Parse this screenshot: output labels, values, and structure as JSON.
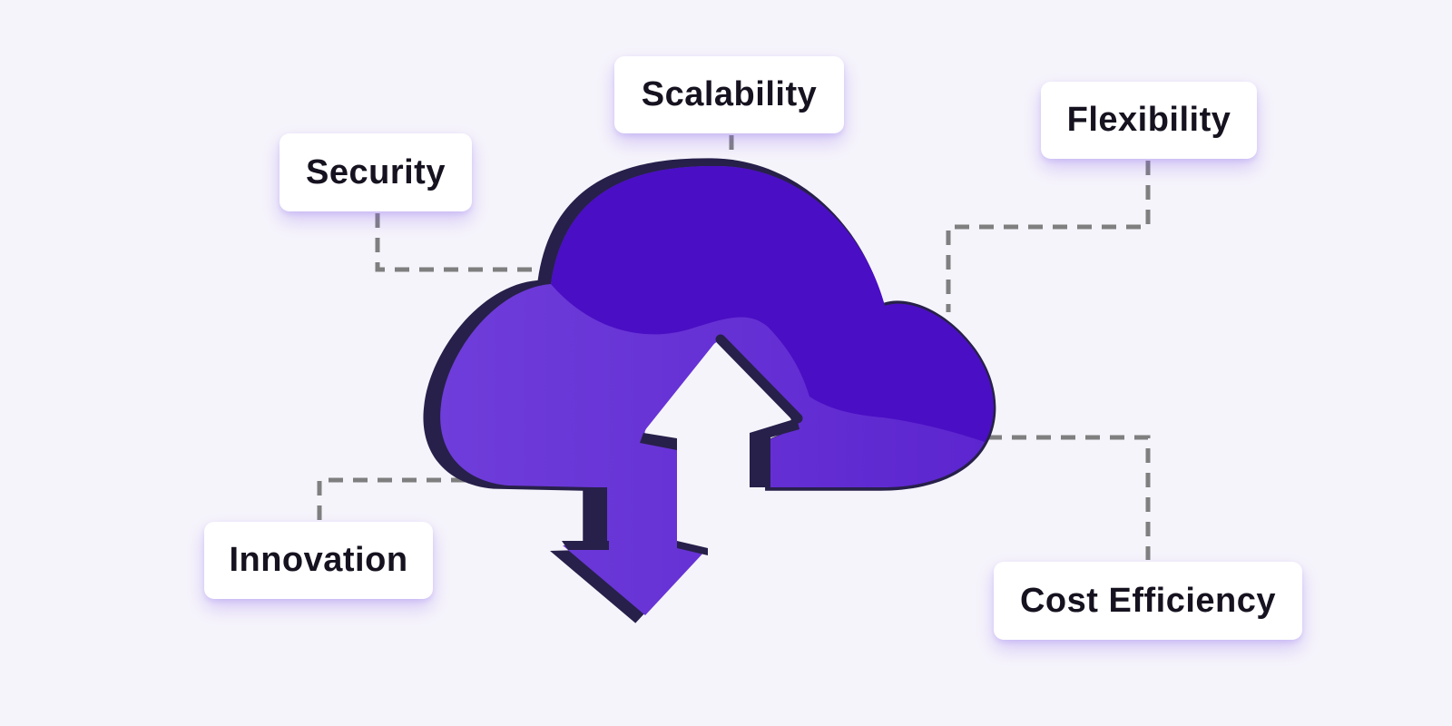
{
  "diagram": {
    "center_icon": "cloud-up-down-transfer-icon",
    "labels": {
      "security": {
        "label": "Security"
      },
      "scalability": {
        "label": "Scalability"
      },
      "flexibility": {
        "label": "Flexibility"
      },
      "innovation": {
        "label": "Innovation"
      },
      "cost_efficiency": {
        "label": "Cost Efficiency"
      }
    },
    "colors": {
      "background": "#f6f4fb",
      "cloud_dark": "#4a0ec4",
      "cloud_light_start": "#6f3dda",
      "cloud_light_end": "#5c25cf",
      "outline_navy": "#27204a",
      "connector": "#7f7f7f",
      "card_background": "#ffffff",
      "card_text": "#16121f"
    }
  }
}
